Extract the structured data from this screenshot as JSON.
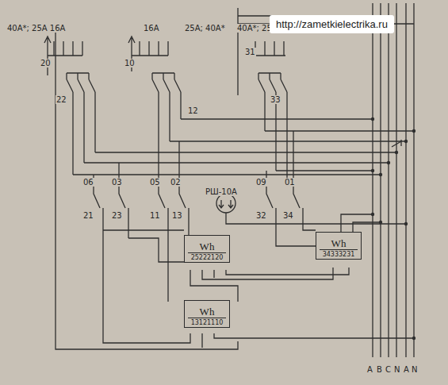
{
  "diagram": {
    "nodes": [
      {
        "text": [
          "Wh",
          "25222120"
        ]
      },
      {
        "text": [
          "Wh",
          "34333231"
        ]
      },
      {
        "text": [
          "Wh",
          "13121110"
        ]
      }
    ],
    "labels": [
      "40А*; 25А 16А",
      "16А",
      "25А; 40А*",
      "40А*; 25",
      "20",
      "22",
      "10",
      "12",
      "31",
      "33",
      "06",
      "03",
      "21",
      "23",
      "05",
      "02",
      "11",
      "13",
      "09",
      "01",
      "32",
      "34",
      "РШ-10А",
      "http://zametkielectrika.ru",
      "A",
      "B",
      "C",
      "N",
      "A",
      "N"
    ]
  }
}
